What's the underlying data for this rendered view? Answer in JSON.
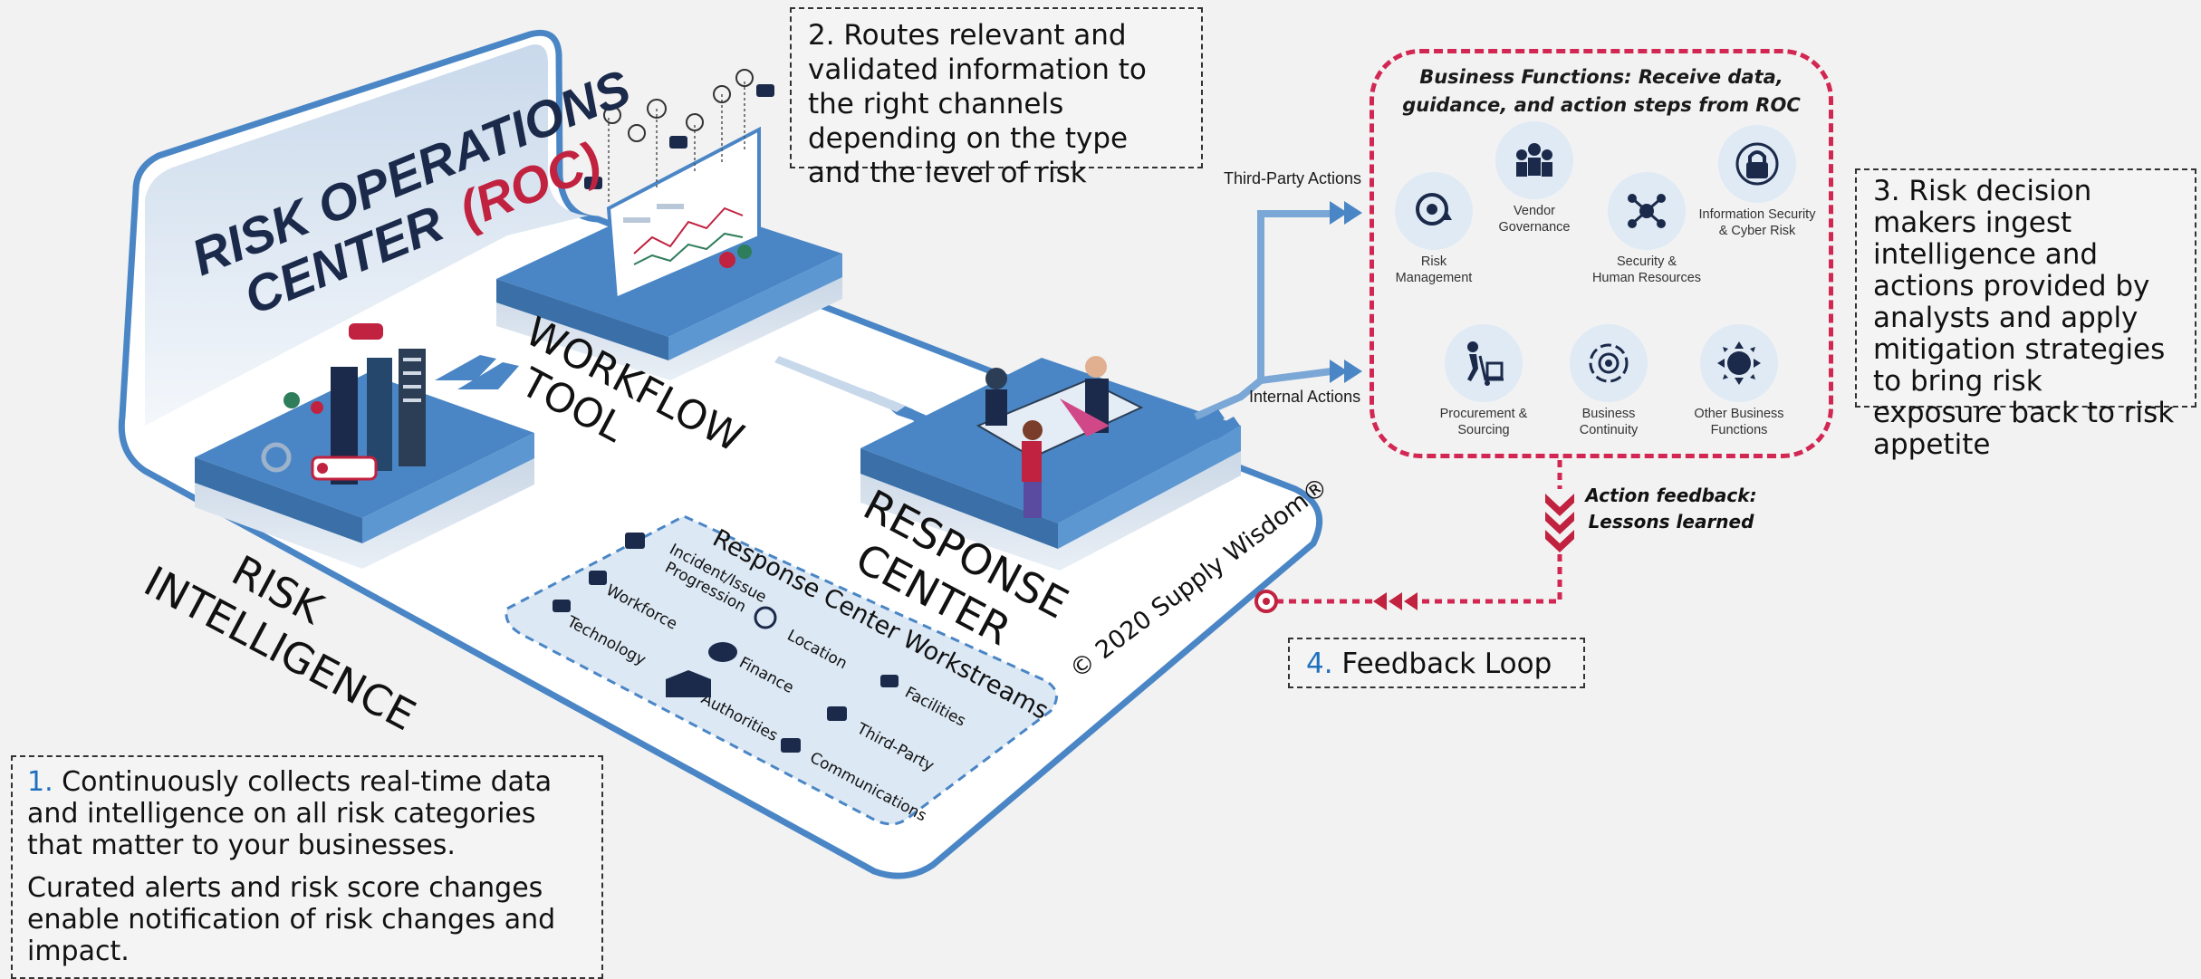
{
  "platform": {
    "title_line1": "RISK OPERATIONS",
    "title_line2": "CENTER",
    "title_acronym": "(ROC)"
  },
  "stages": {
    "risk_intelligence": [
      "RISK",
      "INTELLIGENCE"
    ],
    "workflow_tool": [
      "WORKFLOW",
      "TOOL"
    ],
    "response_center": [
      "RESPONSE",
      "CENTER"
    ]
  },
  "workstreams": {
    "title": "Response Center Workstreams",
    "items": [
      "Incident/Issue",
      "Progression",
      "Workforce",
      "Location",
      "Technology",
      "Finance",
      "Facilities",
      "Authorities",
      "Third-Party",
      "Communications"
    ]
  },
  "copyright": "© 2020 Supply Wisdom®",
  "routes": {
    "third_party": "Third-Party Actions",
    "internal": "Internal Actions"
  },
  "business_functions": {
    "title_line1": "Business Functions: Receive data,",
    "title_line2": "guidance, and action steps from ROC",
    "items": [
      {
        "label": [
          "Risk",
          "Management"
        ],
        "icon": "gear-warning-icon"
      },
      {
        "label": [
          "Vendor",
          "Governance"
        ],
        "icon": "people-group-icon"
      },
      {
        "label": [
          "Security &",
          "Human Resources"
        ],
        "icon": "network-nodes-icon"
      },
      {
        "label": [
          "Information Security",
          "& Cyber Risk"
        ],
        "icon": "padlock-icon"
      },
      {
        "label": [
          "Procurement &",
          "Sourcing"
        ],
        "icon": "hand-truck-icon"
      },
      {
        "label": [
          "Business",
          "Continuity"
        ],
        "icon": "cycle-target-icon"
      },
      {
        "label": [
          "Other Business",
          "Functions"
        ],
        "icon": "globe-arrows-icon"
      }
    ]
  },
  "feedback": {
    "action_line1": "Action feedback:",
    "action_line2": "Lessons learned"
  },
  "callouts": {
    "one": {
      "number": "1.",
      "text_a": " Continuously collects real-time data and intelligence on all risk categories that matter to your businesses.",
      "text_b": "Curated alerts and risk score changes enable notification of risk changes and impact."
    },
    "two": "2. Routes relevant and validated information to the right channels depending on the type and the level of risk",
    "three": "3. Risk decision makers ingest intelligence and actions provided by analysts and apply mitigation strategies to bring risk exposure back to risk appetite",
    "four": {
      "number": "4.",
      "text": " Feedback Loop"
    }
  },
  "colors": {
    "blue": "#4a86c5",
    "light_blue": "#dce8f4",
    "navy": "#1b2a4a",
    "red": "#c0223f",
    "dashed_red": "#d22752"
  }
}
